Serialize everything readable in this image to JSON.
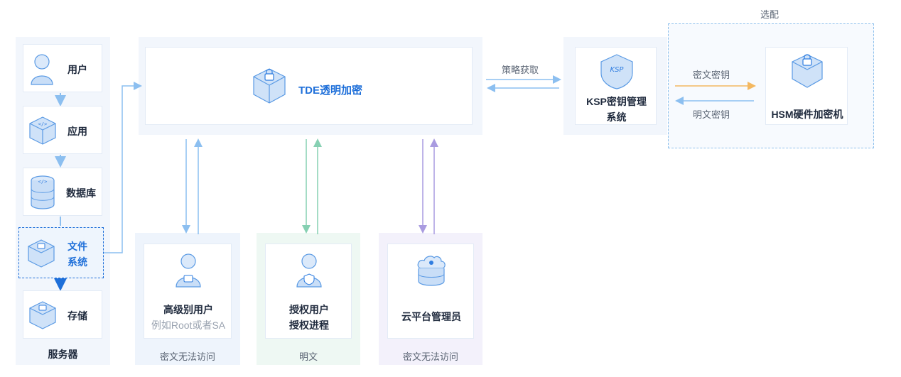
{
  "server": {
    "title": "服务器",
    "items": [
      {
        "label": "用户"
      },
      {
        "label": "应用"
      },
      {
        "label": "数据库"
      },
      {
        "label_line1": "文件",
        "label_line2": "系统"
      },
      {
        "label": "存储"
      }
    ]
  },
  "tde": {
    "label": "TDE透明加密"
  },
  "ksp": {
    "label_line1": "KSP密钥管理",
    "label_line2": "系统"
  },
  "hsm": {
    "label": "HSM硬件加密机",
    "optional_label": "选配"
  },
  "arrows": {
    "policy": "策略获取",
    "cipher_key": "密文密钥",
    "plain_key": "明文密钥"
  },
  "access": [
    {
      "title": "高级别用户",
      "subtitle": "例如Root或者SA",
      "footer": "密文无法访问",
      "color": "#7fb5ec"
    },
    {
      "title_line1": "授权用户",
      "title_line2": "授权进程",
      "footer": "明文",
      "color": "#86d0b2"
    },
    {
      "title": "云平台管理员",
      "footer": "密文无法访问",
      "color": "#a99be0"
    }
  ],
  "colors": {
    "accent": "#1e6fd9",
    "cipher_arrow": "#f4b860",
    "plain_arrow": "#8cbff0"
  }
}
